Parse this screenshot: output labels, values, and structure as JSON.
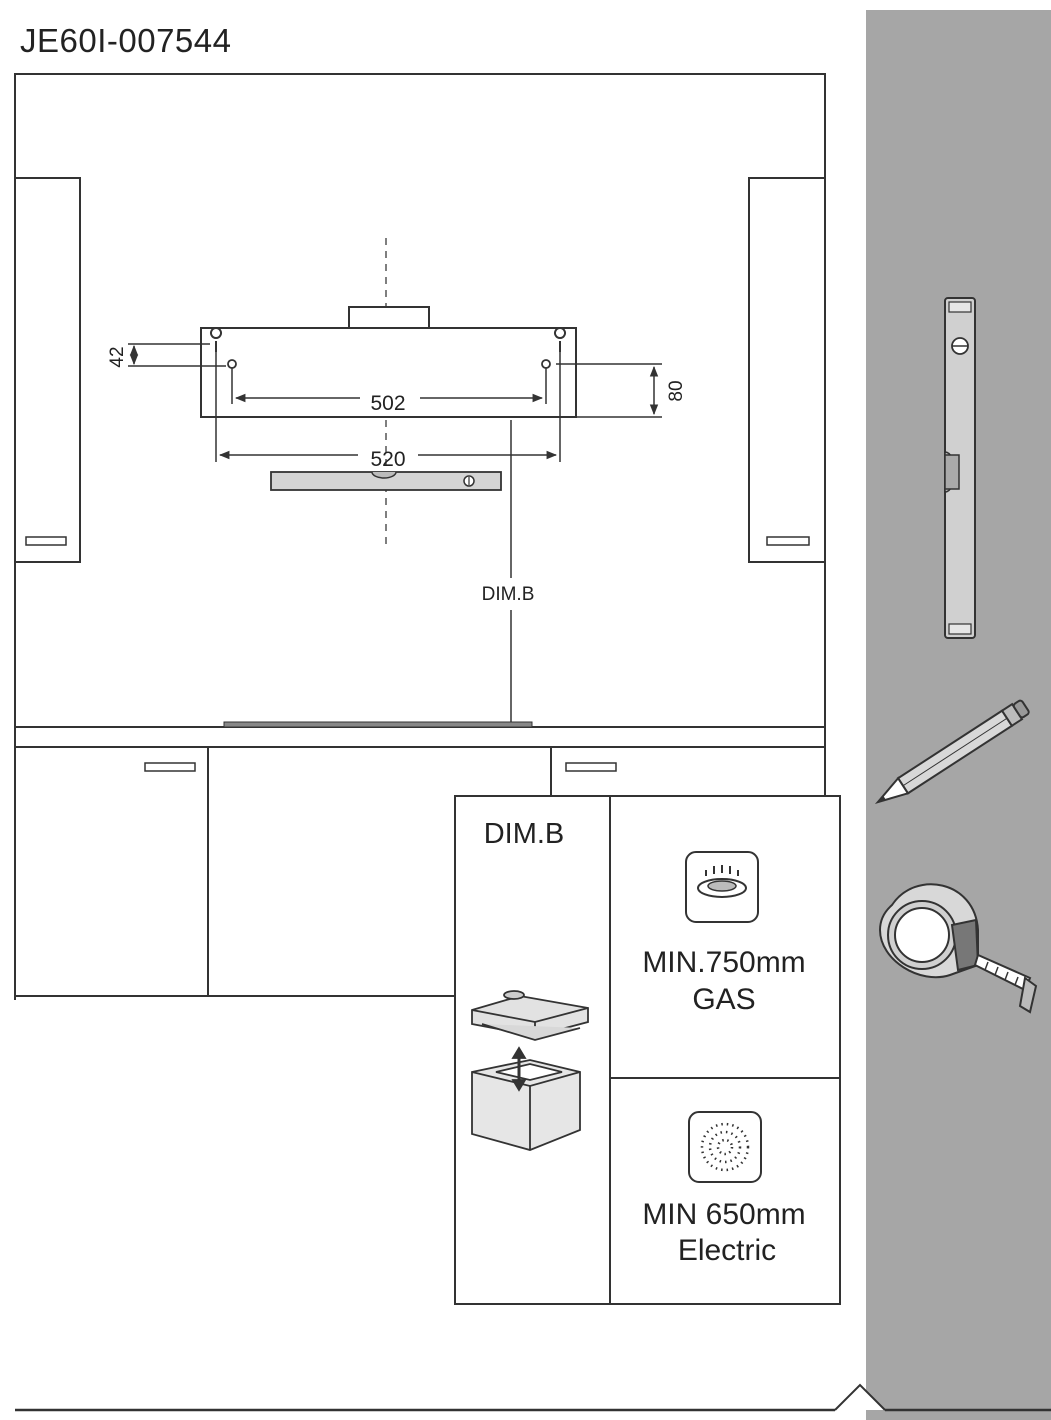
{
  "title": "JE60I-007544",
  "dimensions": {
    "hole_spacing_inner": "502",
    "hole_spacing_outer": "520",
    "vertical_offset_small": "42",
    "vertical_offset_large": "80",
    "clearance_label": "DIM.B"
  },
  "dimb_table": {
    "header": "DIM.B",
    "gas": {
      "line1": "MIN.750mm",
      "line2": "GAS",
      "icon": "gas-burner-icon"
    },
    "electric": {
      "line1": "MIN 650mm",
      "line2": "Electric",
      "icon": "electric-hob-icon"
    }
  },
  "tools": [
    "spirit-level-icon",
    "pencil-icon",
    "tape-measure-icon"
  ],
  "colors": {
    "line": "#333333",
    "tool_panel": "#a6a6a6",
    "tool_fill": "#cfcfcf"
  }
}
